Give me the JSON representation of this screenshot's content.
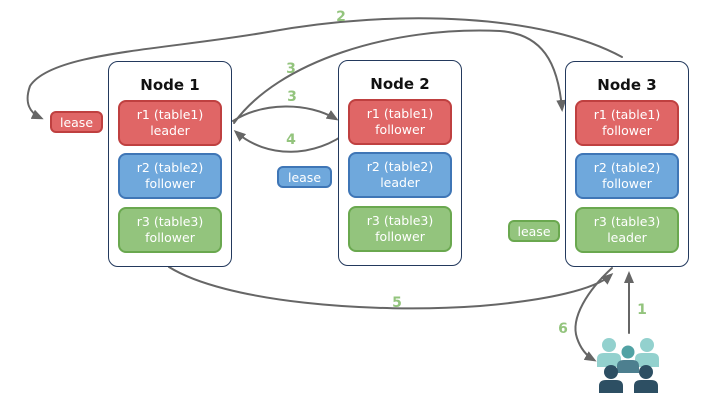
{
  "diagram": {
    "nodes": [
      {
        "title": "Node 1",
        "replicas": [
          {
            "name": "r1 (table1)",
            "role": "leader",
            "color": "red"
          },
          {
            "name": "r2 (table2)",
            "role": "follower",
            "color": "blue"
          },
          {
            "name": "r3 (table3)",
            "role": "follower",
            "color": "green"
          }
        ]
      },
      {
        "title": "Node 2",
        "replicas": [
          {
            "name": "r1 (table1)",
            "role": "follower",
            "color": "red"
          },
          {
            "name": "r2 (table2)",
            "role": "leader",
            "color": "blue"
          },
          {
            "name": "r3 (table3)",
            "role": "follower",
            "color": "green"
          }
        ]
      },
      {
        "title": "Node 3",
        "replicas": [
          {
            "name": "r1 (table1)",
            "role": "follower",
            "color": "red"
          },
          {
            "name": "r2 (table2)",
            "role": "follower",
            "color": "blue"
          },
          {
            "name": "r3 (table3)",
            "role": "leader",
            "color": "green"
          }
        ]
      }
    ],
    "leases": {
      "red": "lease",
      "blue": "lease",
      "green": "lease"
    },
    "steps": {
      "one": "1",
      "two": "2",
      "three_a": "3",
      "three_b": "3",
      "four": "4",
      "five": "5",
      "six": "6"
    },
    "colors": {
      "replica_red": "#e06666",
      "replica_red_border": "#bf4040",
      "replica_blue": "#6fa8dc",
      "replica_blue_border": "#3f76b6",
      "replica_green": "#93c47d",
      "replica_green_border": "#6aa84f",
      "node_border": "#23395d",
      "arrow": "#666666",
      "step_label": "#93c47d",
      "users_light_teal": "#93d1ce",
      "users_mid_teal": "#51a2a4",
      "users_slate": "#4d7f8f",
      "users_dark": "#2d4f63"
    },
    "icons": {
      "users": "users-group-icon"
    }
  }
}
